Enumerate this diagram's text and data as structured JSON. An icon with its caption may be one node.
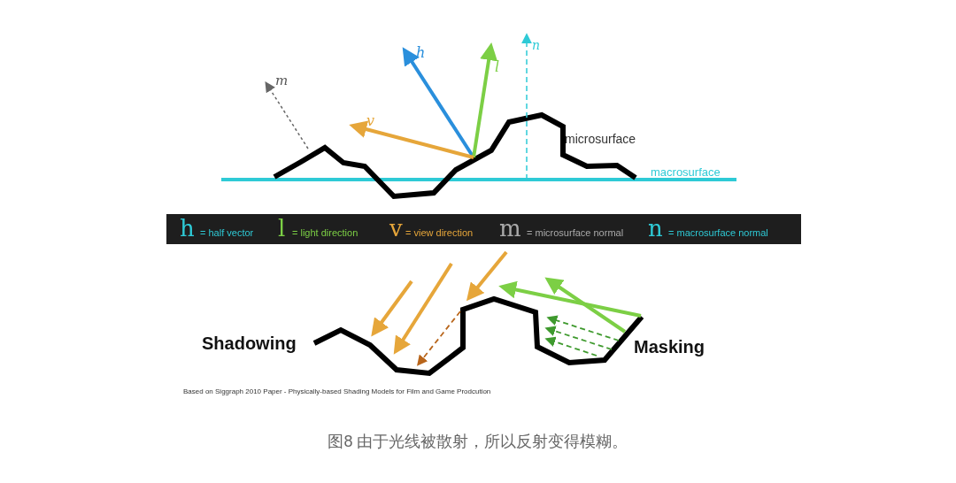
{
  "diagram": {
    "caption": "图8 由于光线被散射，所以反射变得模糊。",
    "labels": [
      "n",
      "h",
      "l",
      "m",
      "v",
      "microsurface",
      "macrosurface",
      "h",
      "= half vector",
      "l",
      "= light direction",
      "v",
      "= view direction",
      "m",
      "= microsurface normal",
      "n",
      "= macrosurface normal",
      "Shadowing",
      "Masking",
      "Based on Siggraph 2010 Paper - Physically-based Shading Models for Film and Game Prodcution"
    ]
  }
}
